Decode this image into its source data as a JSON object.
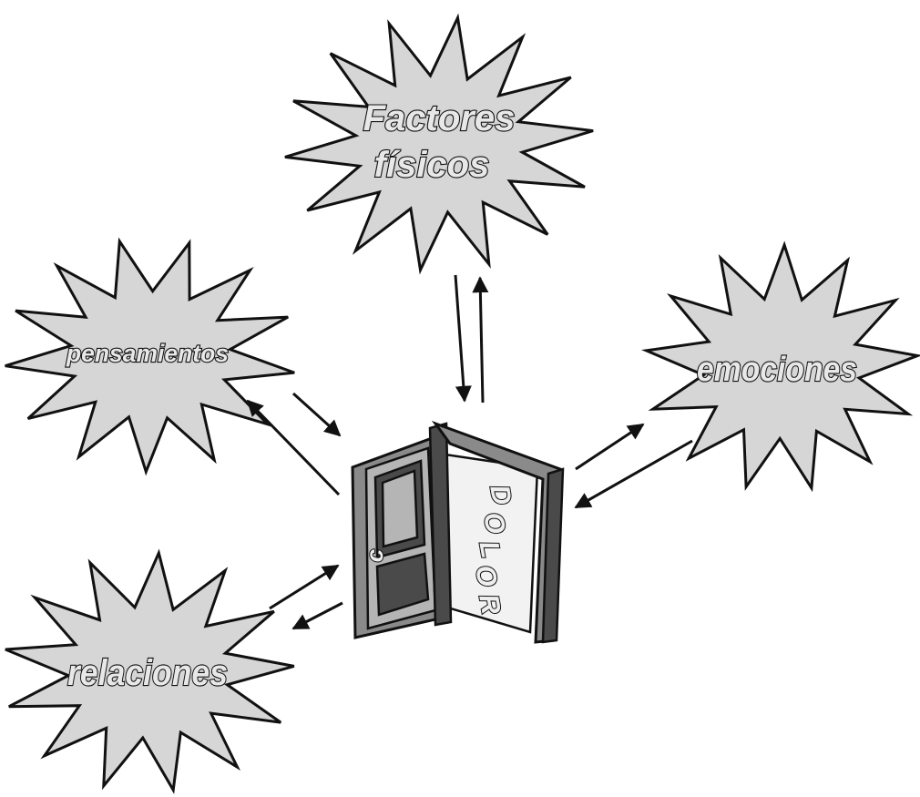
{
  "nodes": {
    "factores": {
      "line1": "Factores",
      "line2": "físicos"
    },
    "pensamientos": {
      "label": "pensamientos"
    },
    "emociones": {
      "label": "emociones"
    },
    "relaciones": {
      "label": "relaciones"
    }
  },
  "door": {
    "letters": [
      "D",
      "O",
      "L",
      "O",
      "R"
    ],
    "knob_glyph": "c"
  },
  "colors": {
    "burst_fill": "#d6d6d6",
    "outline": "#111111",
    "door_gray": "#8a8a8a"
  }
}
